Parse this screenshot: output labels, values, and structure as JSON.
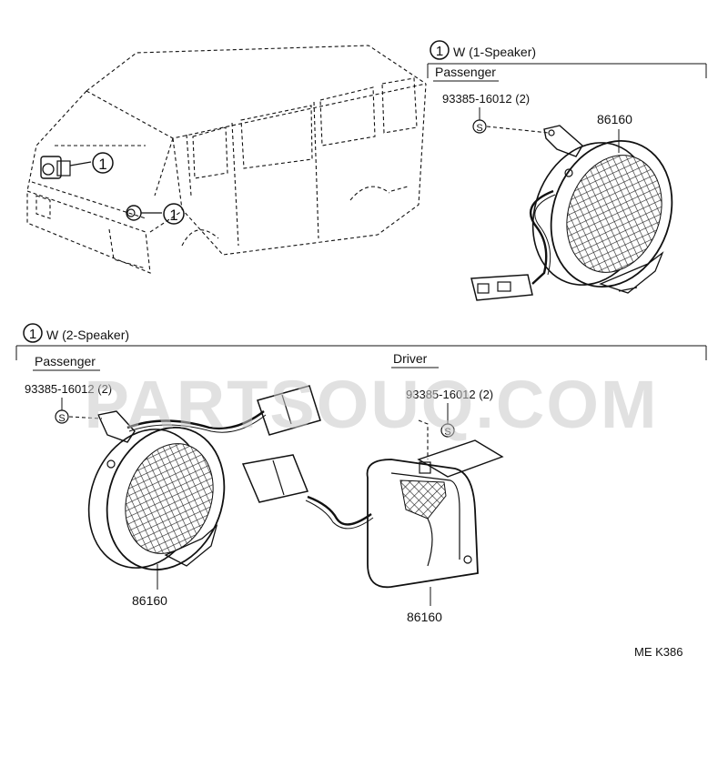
{
  "callout_marker": "1",
  "section_one_speaker": {
    "heading": "W (1-Speaker)",
    "passenger_label": "Passenger",
    "bolt_part": "93385-16012 (2)",
    "bolt_symbol": "S",
    "horn_part": "86160"
  },
  "section_two_speaker": {
    "heading": "W (2-Speaker)",
    "passenger_label": "Passenger",
    "passenger_bolt_part": "93385-16012  (2)",
    "passenger_bolt_symbol": "S",
    "passenger_horn_part": "86160",
    "driver_label": "Driver",
    "driver_bolt_part": "93385-16012  (2)",
    "driver_bolt_symbol": "S",
    "driver_horn_part": "86160"
  },
  "diagram_code": "ME  K386",
  "watermark": "PARTSOUQ.COM"
}
